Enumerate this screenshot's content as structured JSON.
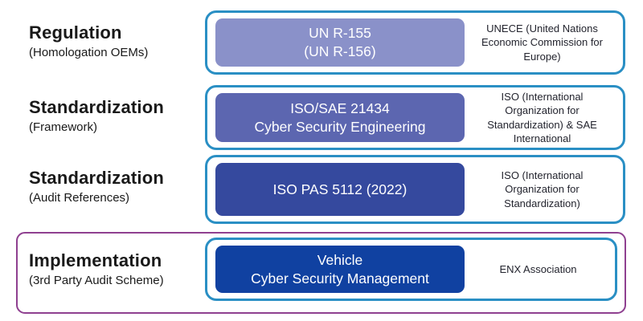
{
  "palette": {
    "panel_border": "#2a8fc4",
    "highlight_border": "#8f4090",
    "label_text": "#191919",
    "org_text": "#23242e",
    "box_text": "#ffffff"
  },
  "rows": [
    {
      "label_title": "Regulation",
      "label_subtitle": "(Homologation OEMs)",
      "box_lines": [
        "UN R-155",
        "(UN R-156)"
      ],
      "org": "UNECE (United Nations Economic Commission for Europe)",
      "box_color": "#8a91c9",
      "highlighted": false
    },
    {
      "label_title": "Standardization",
      "label_subtitle": "(Framework)",
      "box_lines": [
        "ISO/SAE 21434",
        "Cyber Security Engineering"
      ],
      "org": "ISO (International Organization for Standardization) & SAE International",
      "box_color": "#5c66b0",
      "highlighted": false
    },
    {
      "label_title": "Standardization",
      "label_subtitle": "(Audit References)",
      "box_lines": [
        "ISO PAS 5112 (2022)"
      ],
      "org": "ISO (International Organization for Standardization)",
      "box_color": "#35499e",
      "highlighted": false
    },
    {
      "label_title": "Implementation",
      "label_subtitle": "(3rd Party Audit Scheme)",
      "box_lines": [
        "Vehicle",
        "Cyber Security Management"
      ],
      "org": "ENX Association",
      "box_color": "#1041a1",
      "highlighted": true
    }
  ]
}
